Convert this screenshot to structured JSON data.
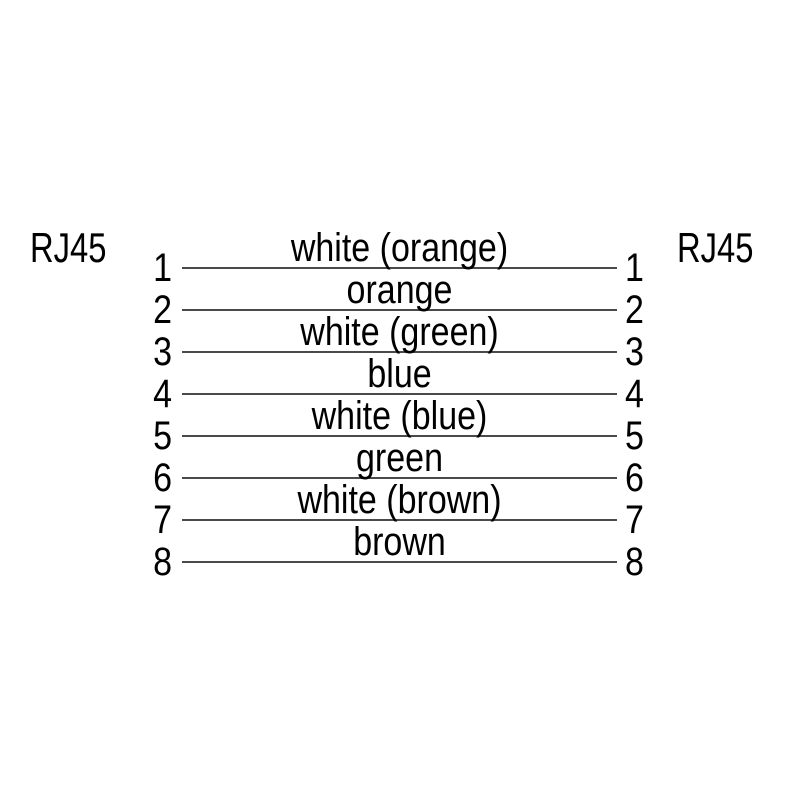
{
  "diagram": {
    "left_connector": "RJ45",
    "right_connector": "RJ45",
    "pins": [
      {
        "left_pin": "1",
        "wire_color": "white (orange)",
        "right_pin": "1"
      },
      {
        "left_pin": "2",
        "wire_color": "orange",
        "right_pin": "2"
      },
      {
        "left_pin": "3",
        "wire_color": "white (green)",
        "right_pin": "3"
      },
      {
        "left_pin": "4",
        "wire_color": "blue",
        "right_pin": "4"
      },
      {
        "left_pin": "5",
        "wire_color": "white (blue)",
        "right_pin": "5"
      },
      {
        "left_pin": "6",
        "wire_color": "green",
        "right_pin": "6"
      },
      {
        "left_pin": "7",
        "wire_color": "white (brown)",
        "right_pin": "7"
      },
      {
        "left_pin": "8",
        "wire_color": "brown",
        "right_pin": "8"
      }
    ],
    "colors": {
      "background": "#ffffff",
      "text": "#000000",
      "wire_line": "#4a4a4a"
    }
  }
}
